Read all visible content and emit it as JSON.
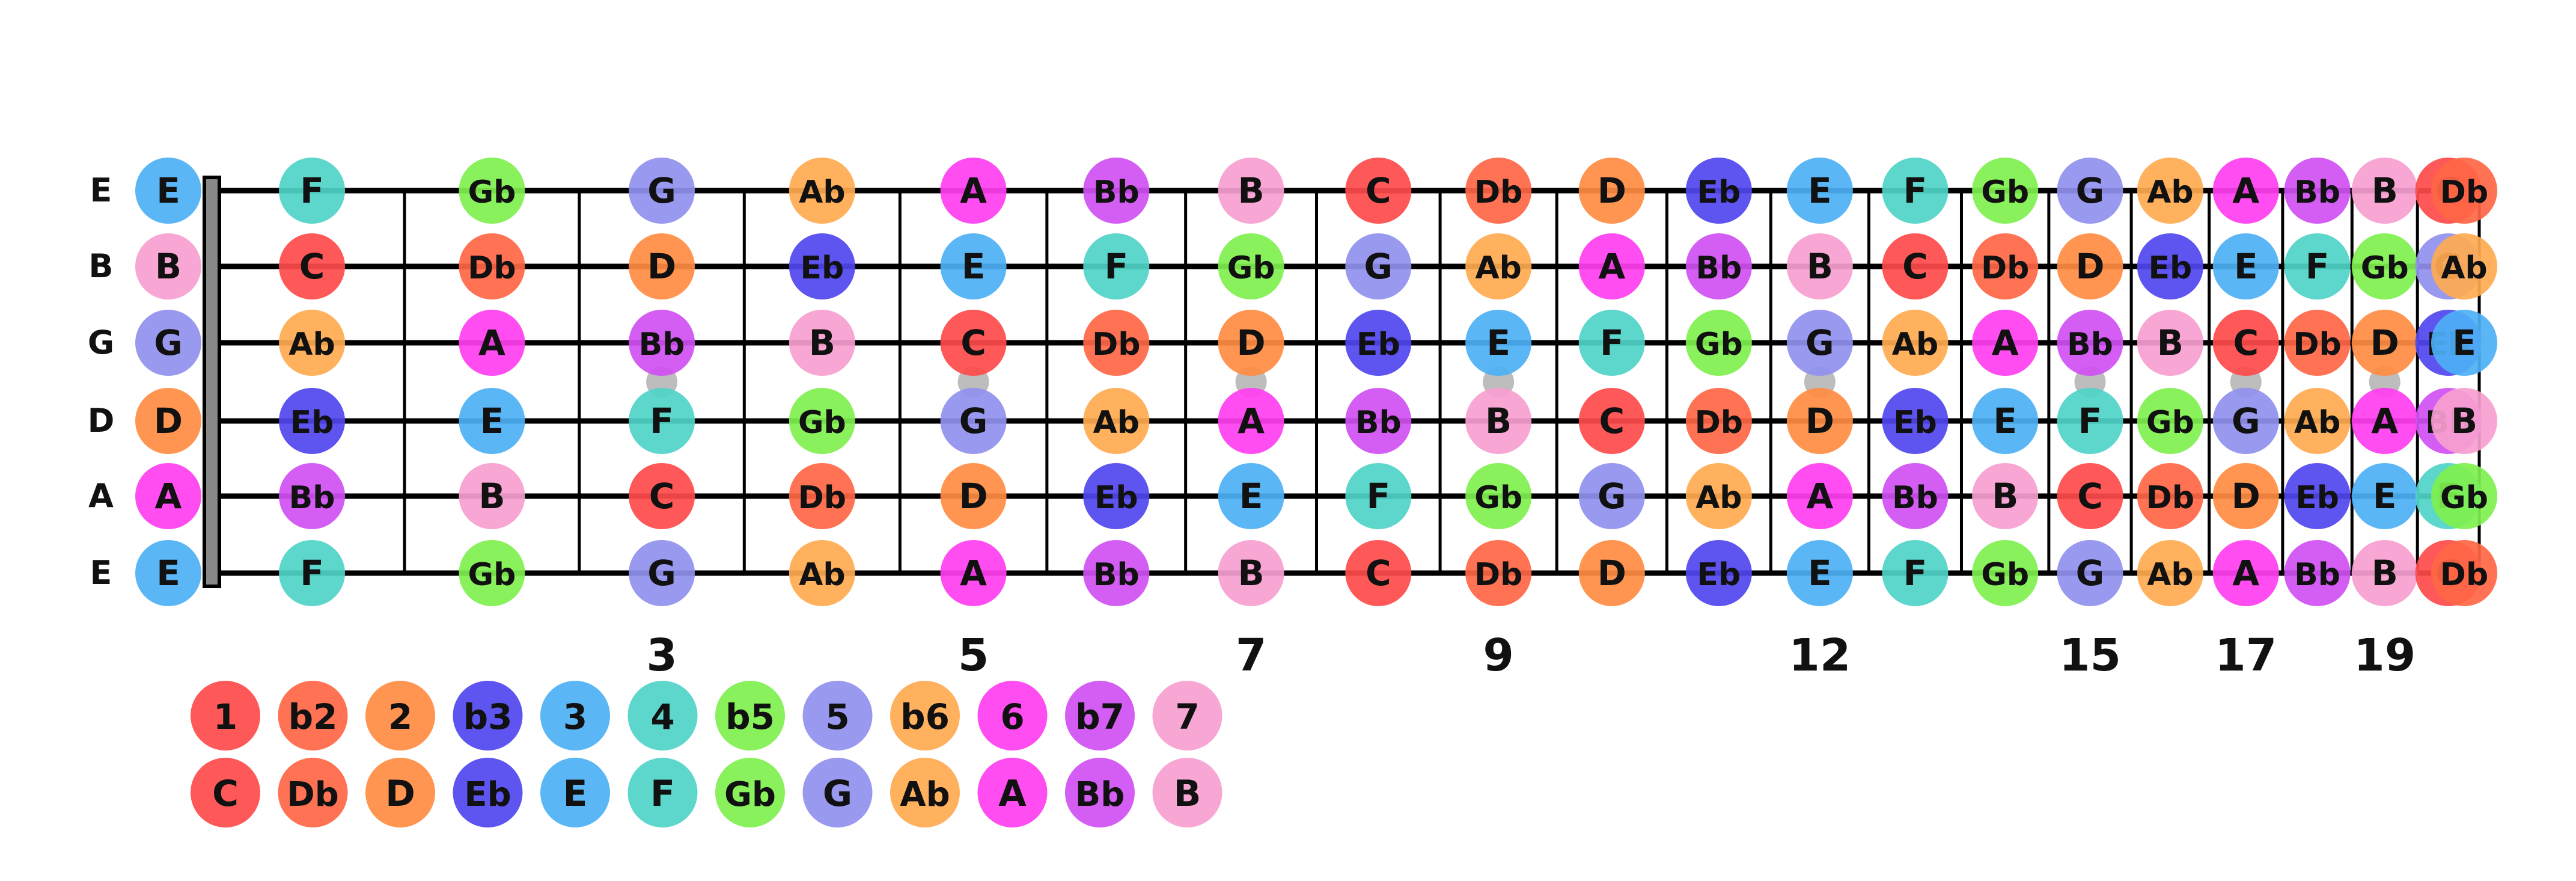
{
  "colors": {
    "C": "#ff4a4a",
    "Db": "#ff6644",
    "D": "#ff8c42",
    "Eb": "#5046f0",
    "E": "#4db0f5",
    "F": "#4fd3c8",
    "Gb": "#7ef04e",
    "G": "#9090ee",
    "Ab": "#ffaa50",
    "A": "#ff3ef0",
    "Bb": "#d050f2",
    "B": "#f7a0d0",
    "inlay": "#bdbdbd",
    "nut": "#888888",
    "lines": "#000000"
  },
  "fretboard": {
    "fret_count": 20,
    "strings": [
      {
        "label": "E",
        "notes": [
          "E",
          "F",
          "Gb",
          "G",
          "Ab",
          "A",
          "Bb",
          "B",
          "C",
          "Db",
          "D",
          "Eb",
          "E",
          "F",
          "Gb",
          "G",
          "Ab",
          "A",
          "Bb",
          "B",
          "C",
          "Db"
        ]
      },
      {
        "label": "B",
        "notes": [
          "B",
          "C",
          "Db",
          "D",
          "Eb",
          "E",
          "F",
          "Gb",
          "G",
          "Ab",
          "A",
          "Bb",
          "B",
          "C",
          "Db",
          "D",
          "Eb",
          "E",
          "F",
          "Gb",
          "G",
          "Ab"
        ]
      },
      {
        "label": "G",
        "notes": [
          "G",
          "Ab",
          "A",
          "Bb",
          "B",
          "C",
          "Db",
          "D",
          "Eb",
          "E",
          "F",
          "Gb",
          "G",
          "Ab",
          "A",
          "Bb",
          "B",
          "C",
          "Db",
          "D",
          "Eb",
          "E"
        ]
      },
      {
        "label": "D",
        "notes": [
          "D",
          "Eb",
          "E",
          "F",
          "Gb",
          "G",
          "Ab",
          "A",
          "Bb",
          "B",
          "C",
          "Db",
          "D",
          "Eb",
          "E",
          "F",
          "Gb",
          "G",
          "Ab",
          "A",
          "Bb",
          "B"
        ]
      },
      {
        "label": "A",
        "notes": [
          "A",
          "Bb",
          "B",
          "C",
          "Db",
          "D",
          "Eb",
          "E",
          "F",
          "Gb",
          "G",
          "Ab",
          "A",
          "Bb",
          "B",
          "C",
          "Db",
          "D",
          "Eb",
          "E",
          "F",
          "Gb"
        ]
      },
      {
        "label": "E",
        "notes": [
          "E",
          "F",
          "Gb",
          "G",
          "Ab",
          "A",
          "Bb",
          "B",
          "C",
          "Db",
          "D",
          "Eb",
          "E",
          "F",
          "Gb",
          "G",
          "Ab",
          "A",
          "Bb",
          "B",
          "C",
          "Db"
        ]
      }
    ],
    "inlay_frets": [
      3,
      5,
      7,
      9,
      12,
      15,
      17,
      19
    ],
    "fret_numbers": [
      {
        "fret": 3,
        "label": "3"
      },
      {
        "fret": 5,
        "label": "5"
      },
      {
        "fret": 7,
        "label": "7"
      },
      {
        "fret": 9,
        "label": "9"
      },
      {
        "fret": 12,
        "label": "12"
      },
      {
        "fret": 15,
        "label": "15"
      },
      {
        "fret": 17,
        "label": "17"
      },
      {
        "fret": 19,
        "label": "19"
      }
    ]
  },
  "legend": {
    "intervals": [
      "1",
      "b2",
      "2",
      "b3",
      "3",
      "4",
      "b5",
      "5",
      "b6",
      "6",
      "b7",
      "7"
    ],
    "notes": [
      "C",
      "Db",
      "D",
      "Eb",
      "E",
      "F",
      "Gb",
      "G",
      "Ab",
      "A",
      "Bb",
      "B"
    ]
  }
}
